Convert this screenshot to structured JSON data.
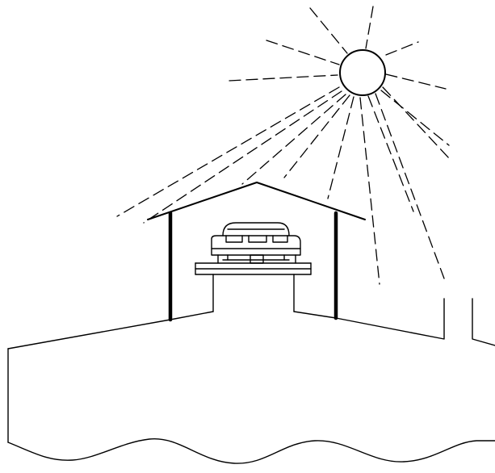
{
  "scene": {
    "colors": {
      "ink": "#000000",
      "background": "#ffffff"
    },
    "elements": [
      "sun-icon",
      "sun-rays",
      "shed-roof",
      "shed-posts",
      "platform",
      "car-icon",
      "ground-cross-section",
      "water-wave-line"
    ]
  }
}
